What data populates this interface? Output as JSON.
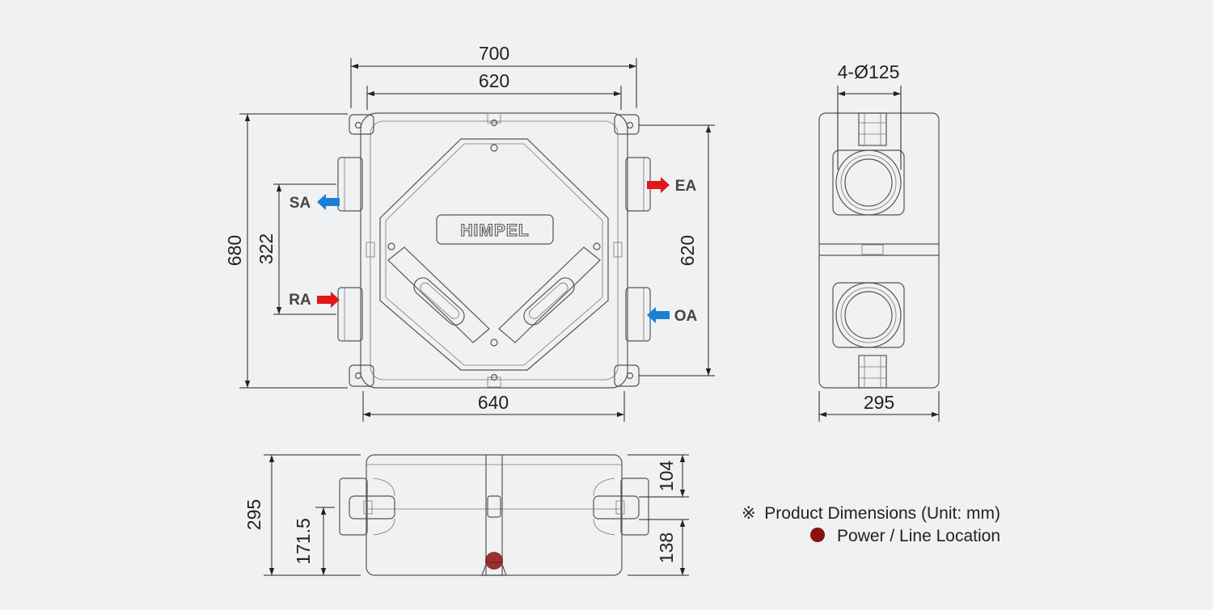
{
  "dimensions": {
    "top_width_overall": "700",
    "top_width_body": "620",
    "top_height_overall": "680",
    "port_spacing": "322",
    "right_height": "620",
    "bottom_width": "640",
    "duct_spec": "4-Ø125",
    "side_width": "295",
    "front_height": "295",
    "power_height": "171.5",
    "upper_duct_offset": "104",
    "lower_duct_offset": "138"
  },
  "ports": {
    "sa": "SA",
    "ra": "RA",
    "ea": "EA",
    "oa": "OA"
  },
  "logo_text": "HIMPEL",
  "legend": {
    "note_symbol": "※",
    "note": "Product Dimensions (Unit: mm)",
    "power": "Power / Line Location"
  },
  "colors": {
    "background": "#f0f1f3",
    "supply_arrow": "#1a7fd6",
    "exhaust_arrow": "#e01818",
    "power_marker": "#8b1010",
    "drawing_line": "#555555"
  },
  "icons": {
    "blue_arrow": "arrow-left-blue",
    "red_arrow": "arrow-right-red",
    "power_marker": "filled-circle-dark-red"
  }
}
